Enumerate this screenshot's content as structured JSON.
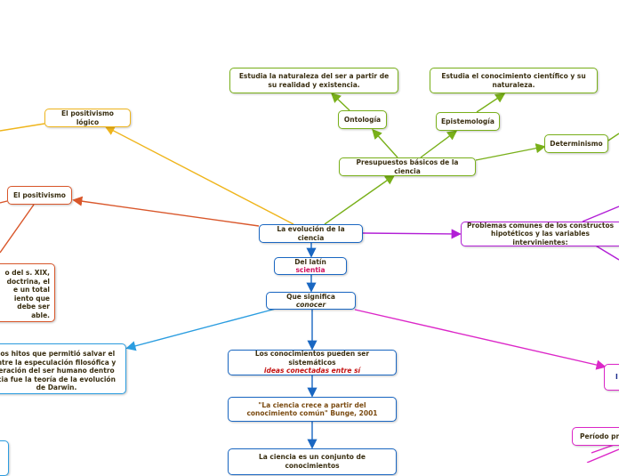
{
  "nodes": {
    "root": "La evolución de la ciencia",
    "latin_prefix": "Del latín ",
    "latin_word": "scientia",
    "meaning_prefix": "Que significa ",
    "meaning_word": "conocer",
    "presupuestos": "Presupuestos básicos de la ciencia",
    "ontologia": "Ontología",
    "epistemologia": "Epistemología",
    "determinismo": "Determinismo",
    "ontologia_desc": "Estudia la naturaleza del ser a partir de su realidad y existencia.",
    "epistemologia_desc": "Estudia el conocimiento científico y su naturaleza.",
    "problemas": "Problemas comunes de los constructos hipotéticos y las variables intervinientes:",
    "positivismo_logico": "El positivismo lógico",
    "positivismo": "El positivismo",
    "positivismo_desc": [
      "o del s. XIX,",
      "doctrina, el",
      "e un total",
      "iento que",
      "debe ser",
      "able."
    ],
    "hitos": [
      "los hitos que permitió salvar el",
      "ntre la especulación filosófica y",
      "eración del ser humano dentro",
      "cia fue la teoría de la evolución",
      "de Darwin."
    ],
    "sistematicos_line1": "Los conocimientos pueden ser sistemáticos",
    "sistematicos_line2": "ideas conectadas entre sí",
    "bunge": "\"La ciencia crece a partir del conocimiento común\" Bunge, 2001",
    "conjunto": "La ciencia es un conjunto de conocimientos",
    "periodo": "Período pre",
    "right_partial": "I"
  },
  "colors": {
    "green": "#79b01a",
    "blue": "#1a67c2",
    "orange": "#d9572b",
    "yellow": "#efb51c",
    "purple": "#b21fd6",
    "magenta": "#dc27c8",
    "cyan": "#2b9de0"
  }
}
